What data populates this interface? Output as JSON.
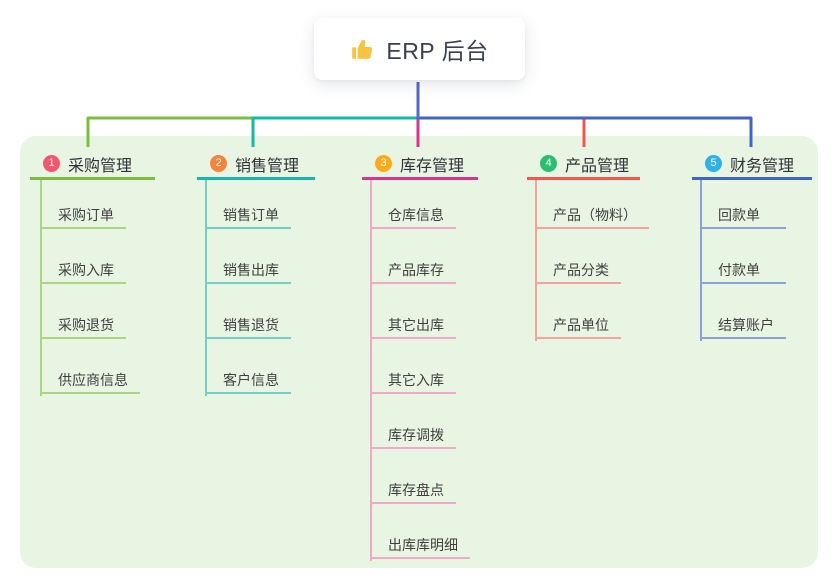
{
  "root": {
    "title": "ERP 后台",
    "icon": "thumbs-up-icon",
    "line_color": "#5368c8"
  },
  "colors": {
    "page_bg": "#ffffff",
    "panel_bg": "#e9f5e3",
    "title_text": "#2f3238",
    "child_text": "#3f3f3f"
  },
  "branches": [
    {
      "num": "1",
      "title": "采购管理",
      "line_color": "#7cbd3f",
      "child_line_color": "#a9d67e",
      "badge_color": "#f4566e",
      "children": [
        "采购订单",
        "采购入库",
        "采购退货",
        "供应商信息"
      ]
    },
    {
      "num": "2",
      "title": "销售管理",
      "line_color": "#17b7ac",
      "child_line_color": "#72cfc8",
      "badge_color": "#f8833b",
      "children": [
        "销售订单",
        "销售出库",
        "销售退货",
        "客户信息"
      ]
    },
    {
      "num": "3",
      "title": "库存管理",
      "line_color": "#d6368f",
      "child_line_color": "#eeaacb",
      "badge_color": "#ffab19",
      "children": [
        "仓库信息",
        "产品库存",
        "其它出库",
        "其它入库",
        "库存调拨",
        "库存盘点",
        "出库库明细"
      ]
    },
    {
      "num": "4",
      "title": "产品管理",
      "line_color": "#f4564e",
      "child_line_color": "#f7a29b",
      "badge_color": "#2abf6f",
      "children": [
        "产品（物料）",
        "产品分类",
        "产品单位"
      ]
    },
    {
      "num": "5",
      "title": "财务管理",
      "line_color": "#3f66c4",
      "child_line_color": "#89a3d8",
      "badge_color": "#2fb1e8",
      "children": [
        "回款单",
        "付款单",
        "结算账户"
      ]
    }
  ]
}
